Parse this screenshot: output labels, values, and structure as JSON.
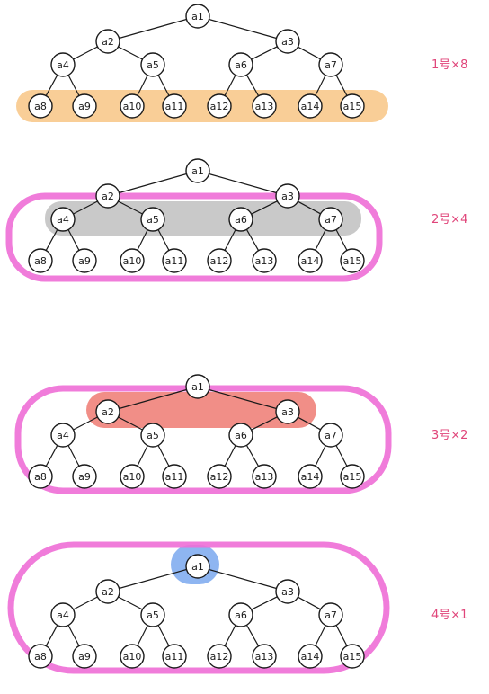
{
  "diagram": {
    "nodes": [
      "a1",
      "a2",
      "a3",
      "a4",
      "a5",
      "a6",
      "a7",
      "a8",
      "a9",
      "a10",
      "a11",
      "a12",
      "a13",
      "a14",
      "a15"
    ],
    "edges": [
      [
        0,
        1
      ],
      [
        0,
        2
      ],
      [
        1,
        3
      ],
      [
        1,
        4
      ],
      [
        2,
        5
      ],
      [
        2,
        6
      ],
      [
        3,
        7
      ],
      [
        3,
        8
      ],
      [
        4,
        9
      ],
      [
        4,
        10
      ],
      [
        5,
        11
      ],
      [
        5,
        12
      ],
      [
        6,
        13
      ],
      [
        6,
        14
      ]
    ],
    "panels": [
      {
        "label": "1号×8",
        "highlights": [
          {
            "color": "#f8c585",
            "covers": [
              "a8",
              "a9",
              "a10",
              "a11",
              "a12",
              "a13",
              "a14",
              "a15"
            ]
          }
        ]
      },
      {
        "label": "2号×4",
        "highlights": [
          {
            "color": "#bfbfbf",
            "covers": [
              "a4",
              "a5",
              "a6",
              "a7"
            ]
          },
          {
            "color": "#ee6ed6",
            "covers": [
              "a4",
              "a5",
              "a6",
              "a7",
              "a8",
              "a9",
              "a10",
              "a11",
              "a12",
              "a13",
              "a14",
              "a15"
            ]
          }
        ]
      },
      {
        "label": "3号×2",
        "highlights": [
          {
            "color": "#ee7a72",
            "covers": [
              "a2",
              "a3"
            ]
          },
          {
            "color": "#ee6ed6",
            "covers": [
              "a2",
              "a3",
              "a4",
              "a5",
              "a6",
              "a7",
              "a8",
              "a9",
              "a10",
              "a11",
              "a12",
              "a13",
              "a14",
              "a15"
            ]
          }
        ]
      },
      {
        "label": "4号×1",
        "highlights": [
          {
            "color": "#7aa8ee",
            "covers": [
              "a1"
            ]
          },
          {
            "color": "#ee6ed6",
            "covers": [
              "a1",
              "a2",
              "a3",
              "a4",
              "a5",
              "a6",
              "a7",
              "a8",
              "a9",
              "a10",
              "a11",
              "a12",
              "a13",
              "a14",
              "a15"
            ]
          }
        ]
      }
    ],
    "colors": {
      "ink": "#1a1a1a",
      "label": "#e0457a",
      "orange": "#f8c585",
      "grey": "#bfbfbf",
      "pink": "#ee6ed6",
      "red": "#ee7a72",
      "blue": "#7aa8ee"
    }
  }
}
